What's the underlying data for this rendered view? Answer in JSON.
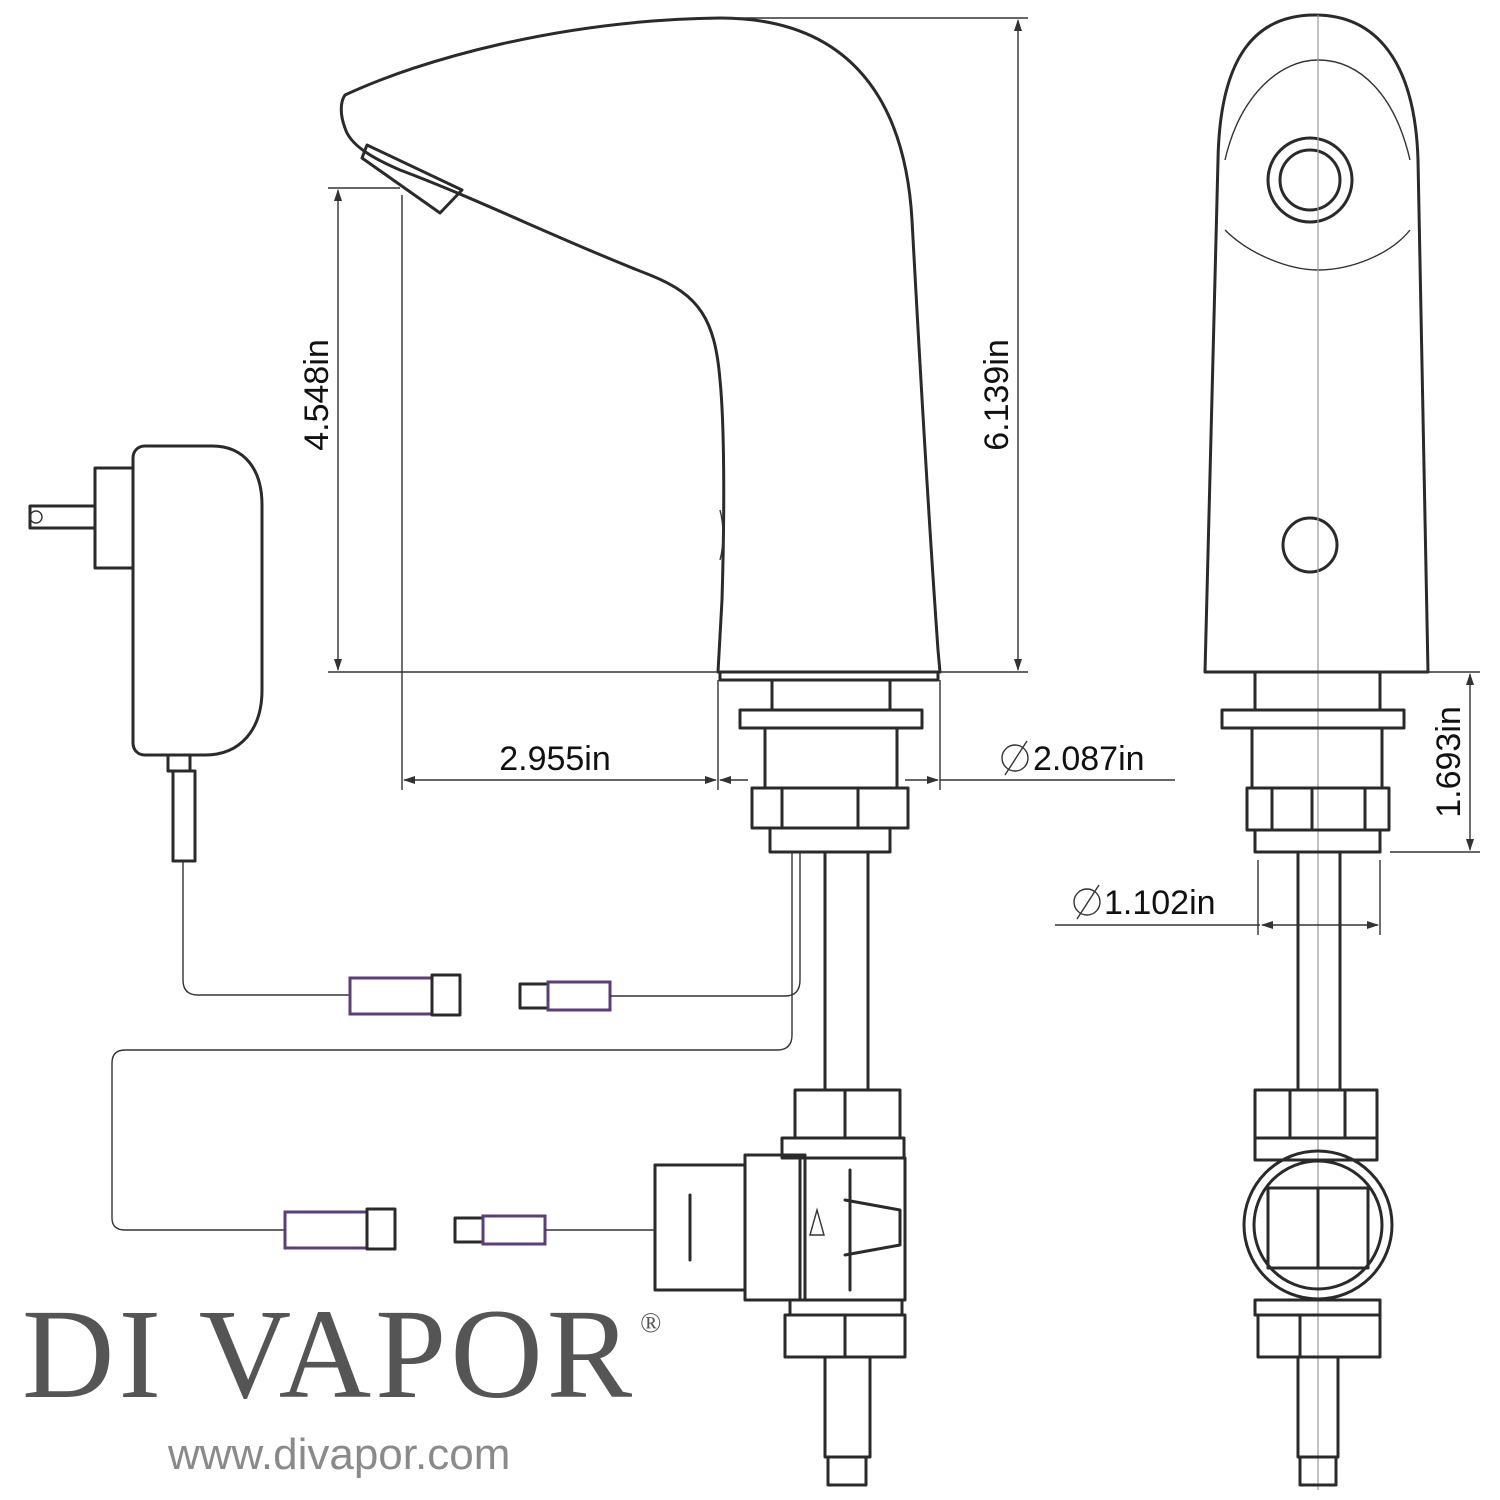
{
  "dimensions": {
    "spout_height": "4.548in",
    "total_height": "6.139in",
    "spout_reach": "2.955in",
    "base_diameter": "2.087in",
    "shank_length": "1.693in",
    "shank_diameter": "1.102in"
  },
  "brand": {
    "name": "DI VAPOR",
    "registered_mark": "®",
    "website": "www.divapor.com"
  }
}
